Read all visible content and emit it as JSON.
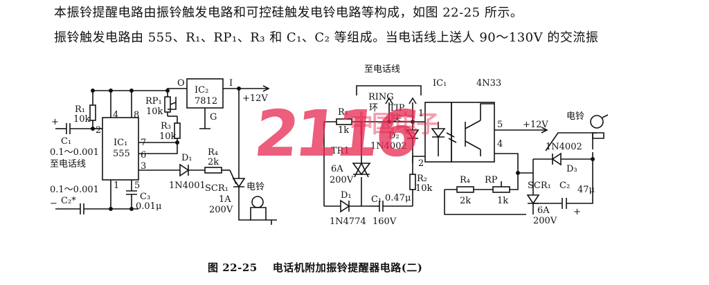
{
  "text": {
    "para1": "本振铃提醒电路由振铃触发电路和可控硅触发电铃电路等构成，如图 22-25 所示。",
    "para2": "振铃触发电路由 555、R₁、RP₁、R₃ 和 C₁、C₂ 等组成。当电话线上送人 90～130V 的交流振"
  },
  "caption": {
    "number": "图 22-25",
    "title": "电话机附加振铃提醒器电路(二)"
  },
  "watermark": {
    "main": "2116",
    "side": "中国电子"
  },
  "left_circuit": {
    "ic1": "IC₁",
    "ic1_part": "555",
    "ic2": "IC₂",
    "ic2_part": "7812",
    "ic2_g": "G",
    "node_o": "O",
    "node_i": "I",
    "plus12": "+12V",
    "pin4": "4",
    "pin8": "8",
    "pin2": "2",
    "pin7": "7",
    "pin6": "6",
    "pin3": "3",
    "pin1": "1",
    "pin5": "5",
    "r1": "R₁",
    "r1_val": "10k",
    "rp1": "RP₁",
    "rp1_val": "10k",
    "r3": "R₃",
    "r3_val": "10k",
    "c1": "C₁",
    "c1_val": "0.1～0.001",
    "to_line1": "至电话线",
    "c2_val": "0.1～0.001",
    "c2": "C₂*",
    "c3": "C₃",
    "c3_val": "0.01μ",
    "d1": "D₁",
    "d1_part": "1N4001",
    "r4": "R₄",
    "r4_val": "2k",
    "scr1": "SCR₁",
    "scr1_i": "1A",
    "scr1_v": "200V",
    "bell": "电铃",
    "plus": "+",
    "minus": "−"
  },
  "right_circuit": {
    "to_line": "至电话线",
    "ring": "RING",
    "ring_cn": "环",
    "tip": "TIP",
    "tip_cn": "尖",
    "ic1": "IC₁",
    "ic1_part": "4N33",
    "pin1": "1",
    "pin2": "2",
    "pin4": "4",
    "pin5": "5",
    "plus12": "+12V",
    "r1": "R₁",
    "r1_val": "1k",
    "d2": "D₂",
    "d2_part": "1N4002",
    "tr1": "TR1",
    "tr1_i": "6A",
    "tr1_v": "200V",
    "d1": "D₁",
    "d1_part": "1N4774",
    "c1": "C₁",
    "c1_val": "0.47μ",
    "c1_v": "160V",
    "r2": "R₂",
    "r2_val": "10k",
    "r4": "R₄",
    "r4_val": "2k",
    "rp": "RP",
    "rp_val": "1k",
    "scr1": "SCR₁",
    "scr1_i": "6A",
    "scr1_v": "200V",
    "c2": "C₂",
    "c2_val": "47μ",
    "c2_plus": "+",
    "d3_part": "1N4002",
    "d3": "D₃",
    "bell": "电铃"
  }
}
